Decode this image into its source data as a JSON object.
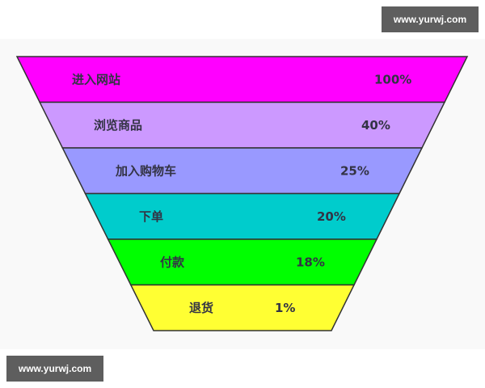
{
  "watermarks": {
    "top": "www.yurwj.com",
    "bottom": "www.yurwj.com"
  },
  "chart_data": {
    "type": "funnel",
    "title": "",
    "categories": [
      "进入网站",
      "浏览商品",
      "加入购物车",
      "下单",
      "付款",
      "退货"
    ],
    "values": [
      100,
      40,
      25,
      20,
      18,
      1
    ],
    "labels": [
      "100%",
      "40%",
      "25%",
      "20%",
      "18%",
      "1%"
    ],
    "colors": [
      "#ff00ff",
      "#cc99ff",
      "#9999ff",
      "#00cccc",
      "#00ff00",
      "#ffff33"
    ],
    "stroke": "#333333",
    "legend": "none",
    "grid": false
  }
}
